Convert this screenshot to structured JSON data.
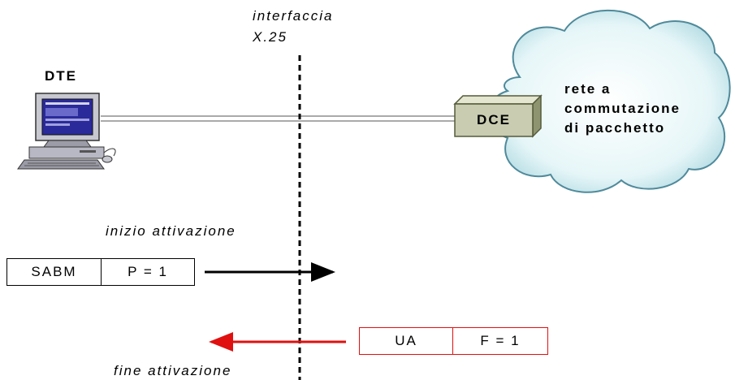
{
  "interface_label": {
    "line1": "interfaccia",
    "line2": "X.25"
  },
  "dte": {
    "label": "DTE",
    "icon": "computer-icon"
  },
  "dce": {
    "label": "DCE"
  },
  "network": {
    "line1": "rete a",
    "line2": "commutazione",
    "line3": "di pacchetto"
  },
  "start_activation": "inizio attivazione",
  "end_activation": "fine attivazione",
  "sabm_frame": {
    "type": "SABM",
    "bit": "P = 1"
  },
  "ua_frame": {
    "type": "UA",
    "bit": "F = 1"
  },
  "colors": {
    "cloud_fill": "#d9f1f4",
    "cloud_stroke": "#5a8a9a",
    "dce_fill": "#c9ccb0",
    "dce_stroke": "#555a3a",
    "response_color": "#e01010",
    "command_color": "#000000",
    "monitor_screen": "#2a2a9a"
  }
}
